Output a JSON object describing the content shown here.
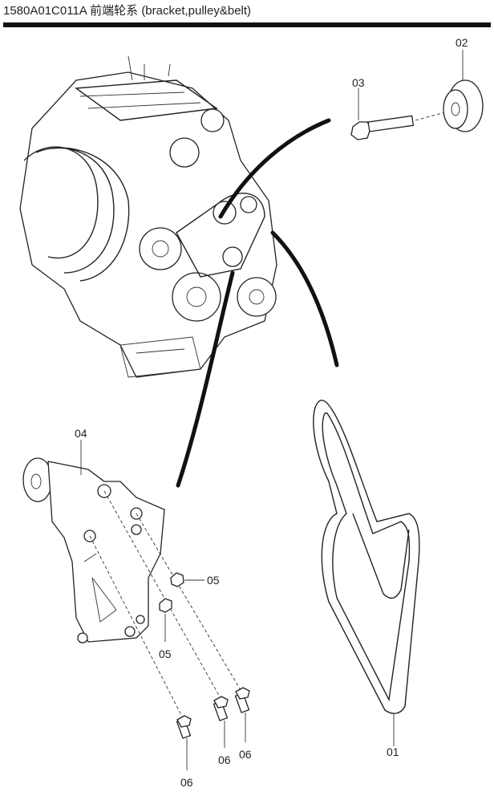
{
  "header": {
    "title": "1580A01C011A 前端轮系 (bracket,pulley&belt)"
  },
  "callouts": {
    "belt": "01",
    "idler_pulley": "02",
    "pulley_bolt": "03",
    "tensioner_bracket": "04",
    "nut_upper": "05",
    "nut_lower": "05",
    "bolt_left": "06",
    "bolt_middle": "06",
    "bolt_right": "06"
  }
}
